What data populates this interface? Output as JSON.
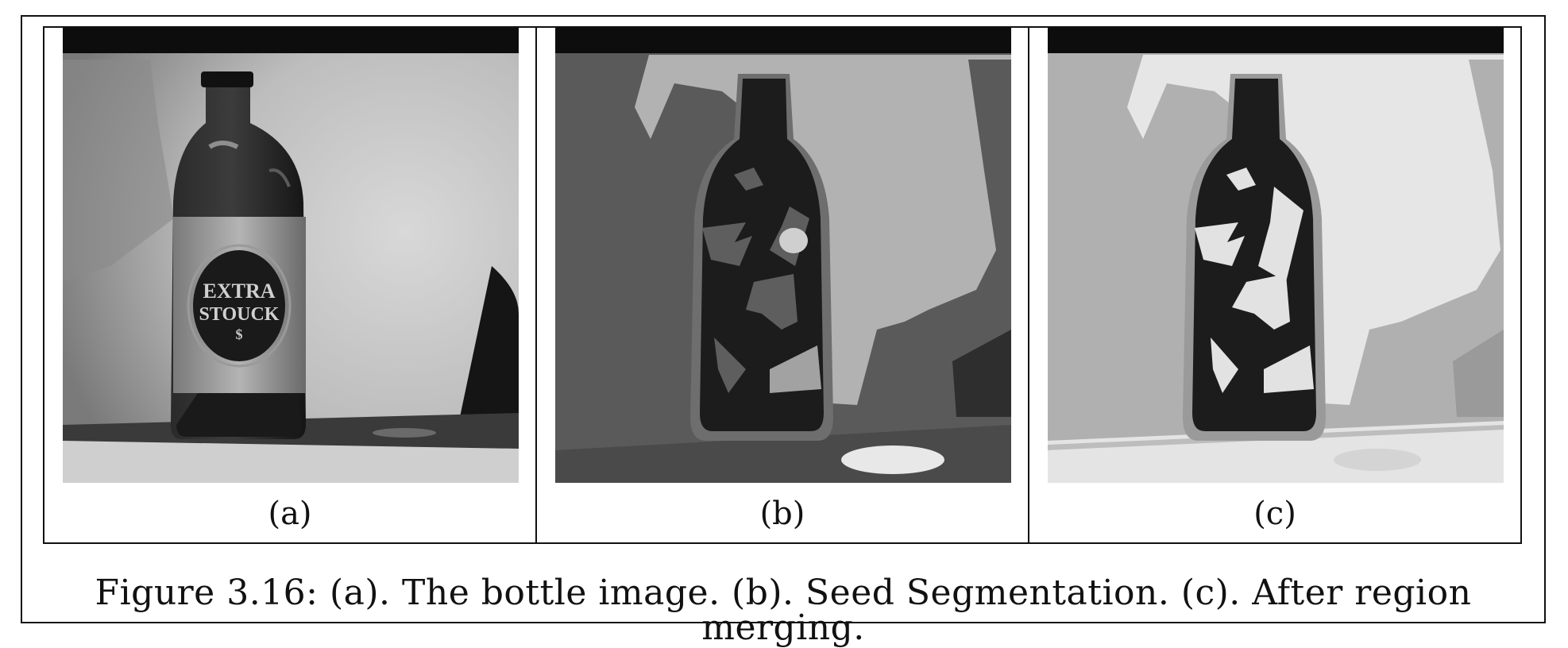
{
  "figure": {
    "panels": [
      {
        "label": "(a)",
        "image_label_text": [
          "EXTRA",
          "STOUCK",
          "$"
        ]
      },
      {
        "label": "(b)"
      },
      {
        "label": "(c)"
      }
    ],
    "caption": "Figure 3.16: (a). The bottle image. (b). Seed Segmentation. (c). After region merging."
  }
}
